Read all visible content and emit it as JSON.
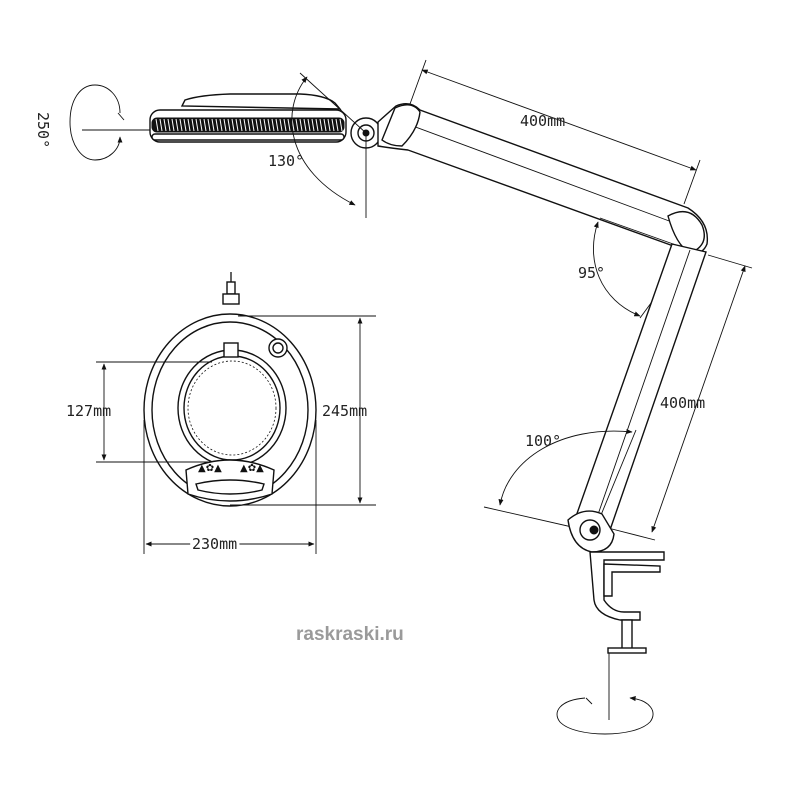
{
  "dimensions": {
    "upper_arm_length": "400mm",
    "lower_arm_length": "400mm",
    "head_width": "230mm",
    "head_height": "245mm",
    "lens_diameter": "127mm",
    "head_tilt_angle": "130°",
    "elbow_angle": "95°",
    "base_angle": "100°",
    "head_rotation": "250°"
  },
  "watermark": "raskraski.ru",
  "colors": {
    "line": "#111111",
    "watermark": "#9a9a9a",
    "background": "#ffffff"
  }
}
